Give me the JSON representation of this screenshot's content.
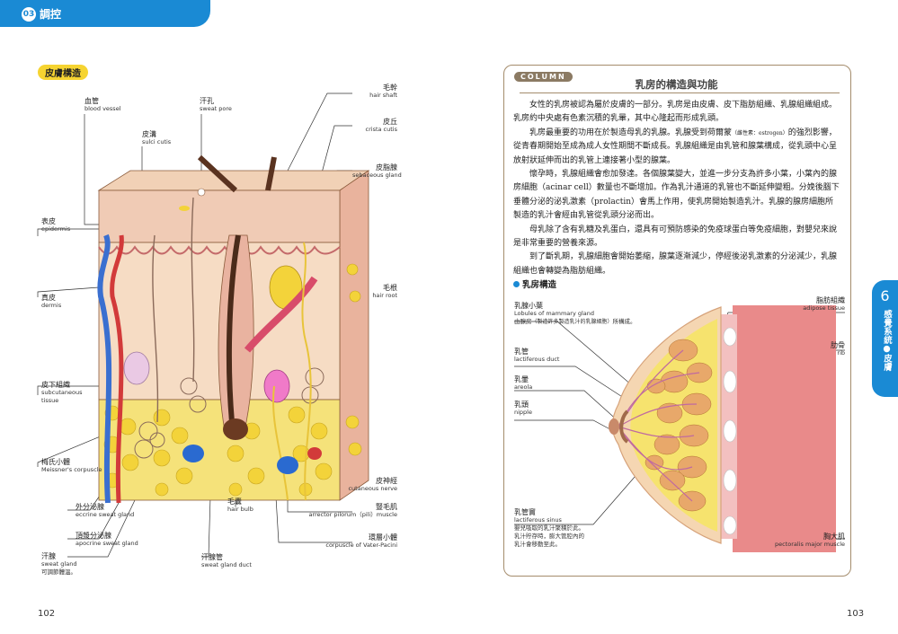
{
  "header": {
    "chapter_num": "03",
    "chapter_title": "調控"
  },
  "left": {
    "section_label": "皮膚構造",
    "labels": {
      "blood_vessel": {
        "zh": "血管",
        "en": "blood vessel"
      },
      "sweat_pore": {
        "zh": "汗孔",
        "en": "sweat pore"
      },
      "sulci": {
        "zh": "皮溝",
        "en": "sulci cutis"
      },
      "hair_shaft": {
        "zh": "毛幹",
        "en": "hair shaft"
      },
      "crista": {
        "zh": "皮丘",
        "en": "crista cutis"
      },
      "sebaceous": {
        "zh": "皮脂腺",
        "en": "sebaceous gland"
      },
      "epidermis": {
        "zh": "表皮",
        "en": "epidermis"
      },
      "dermis": {
        "zh": "真皮",
        "en": "dermis"
      },
      "hair_root": {
        "zh": "毛根",
        "en": "hair root"
      },
      "subcutaneous": {
        "zh": "皮下組織",
        "en": "subcutaneous",
        "en2": "tissue"
      },
      "meissner": {
        "zh": "梅氏小體",
        "en": "Meissner's corpuscle"
      },
      "cutaneous_nerve": {
        "zh": "皮神經",
        "en": "cutaneous nerve"
      },
      "hair_bulb": {
        "zh": "毛囊",
        "en": "hair bulb"
      },
      "arrector": {
        "zh": "豎毛肌",
        "en": "arrector pilorum（pili）muscle"
      },
      "eccrine": {
        "zh": "外分泌腺",
        "en": "eccrine sweat gland"
      },
      "apocrine": {
        "zh": "頂漿分泌腺",
        "en": "apocrine sweat gland"
      },
      "vater": {
        "zh": "環層小體",
        "en": "corpuscle of Vater-Pacini"
      },
      "sweat_gland": {
        "zh": "汗腺",
        "en": "sweat gland",
        "note": "可調節體溫。"
      },
      "sweat_duct": {
        "zh": "汗腺管",
        "en": "sweat gland duct"
      }
    },
    "page_number": "102"
  },
  "right": {
    "column_badge": "COLUMN",
    "column_title": "乳房的構造與功能",
    "paragraphs": {
      "p1": "女性的乳房被認為屬於皮膚的一部分。乳房是由皮膚、皮下脂肪組織、乳腺組織組成。乳房約中央處有色素沉積的乳暈，其中心隆起而形成乳頭。",
      "p2a": "乳房最重要的功用在於製造母乳的乳腺。乳腺受到荷爾蒙",
      "p2_small": "（雌性素：estrogen）",
      "p2b": "的強烈影響，從青春期開始至成為成人女性期間不斷成長。乳腺組織是由乳管和腺葉構成，從乳頭中心呈放射狀延伸而出的乳管上連接著小型的腺葉。",
      "p3": "懷孕時，乳腺組織會愈加發達。各個腺葉變大，並進一步分支為許多小葉，小葉內的腺房細胞（acinar cell）數量也不斷增加。作為乳汁通道的乳管也不斷延伸變粗。分娩後腦下垂體分泌的泌乳激素（prolactin）會馬上作用，使乳房開始製造乳汁。乳腺的腺房細胞所製造的乳汁會經由乳管從乳頭分泌而出。",
      "p4": "母乳除了含有乳糖及乳蛋白，還具有可預防感染的免疫球蛋白等免疫細胞，對嬰兒來說是非常重要的營養來源。",
      "p5": "到了斷乳期，乳腺細胞會開始萎縮，腺葉逐漸減少，停經後泌乳激素的分泌減少，乳腺組織也會轉變為脂肪組織。"
    },
    "sub_heading": "乳房構造",
    "labels": {
      "lobules": {
        "zh": "乳腺小葉",
        "en": "Lobules of mammary gland",
        "note_a": "由腺房",
        "note_small": "（製造許多製造乳汁的乳腺細胞）",
        "note_b": "所構成。"
      },
      "ducts": {
        "zh": "乳管",
        "en": "lactiferous duct"
      },
      "areola": {
        "zh": "乳暈",
        "en": "areola"
      },
      "nipple": {
        "zh": "乳頭",
        "en": "nipple"
      },
      "sinus": {
        "zh": "乳管竇",
        "en": "lactiferous sinus",
        "note1": "嬰兒吸取的乳汁聚積於此。",
        "note2": "乳汁貯存時，膨大管腔內的",
        "note3": "乳汁會移動至此。"
      },
      "adipose": {
        "zh": "脂肪組織",
        "en": "adipose tissue"
      },
      "rib": {
        "zh": "肋骨",
        "en": "rib"
      },
      "pectoralis": {
        "zh": "胸大肌",
        "en": "pectoralis major muscle"
      }
    },
    "side_tab": {
      "num": "6",
      "text": "感覺系統●皮膚"
    },
    "page_number": "103"
  }
}
